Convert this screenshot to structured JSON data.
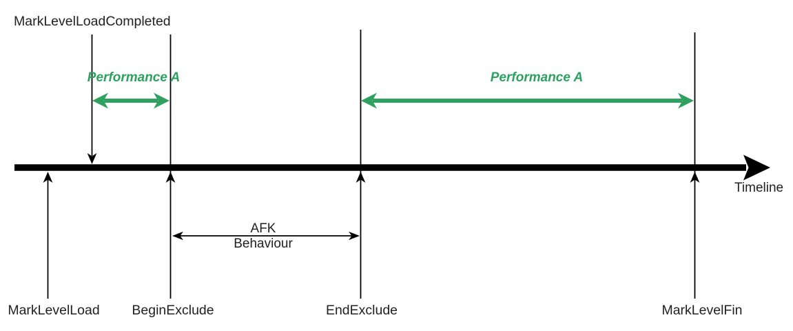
{
  "colors": {
    "accent_green": "#2EA05F",
    "line_black": "#000000",
    "text": "#212121"
  },
  "timeline": {
    "label": "Timeline"
  },
  "events": {
    "load_completed": {
      "label": "MarkLevelLoadCompleted"
    },
    "load": {
      "label": "MarkLevelLoad"
    },
    "begin_exclude": {
      "label": "BeginExclude"
    },
    "end_exclude": {
      "label": "EndExclude"
    },
    "fin": {
      "label": "MarkLevelFin"
    }
  },
  "spans": {
    "performance_a_left": {
      "label": "Performance A"
    },
    "performance_a_right": {
      "label": "Performance A"
    },
    "afk": {
      "line1": "AFK",
      "line2": "Behaviour"
    }
  }
}
